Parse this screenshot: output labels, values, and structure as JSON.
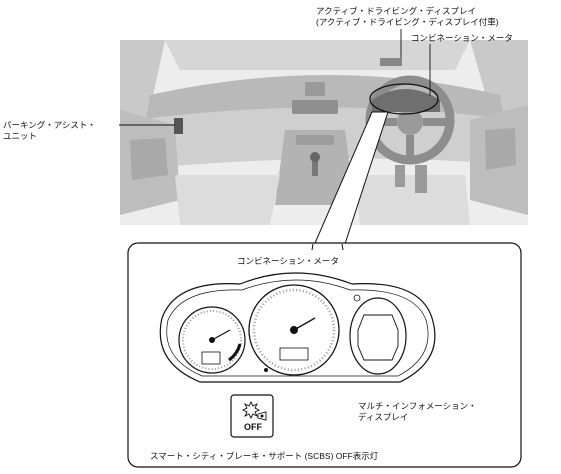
{
  "labels": {
    "active_driving_display_1": "アクティブ・ドライビング・ディスプレイ",
    "active_driving_display_2": "(アクティブ・ドライビング・ディスプレイ付車)",
    "combination_meter_top": "コンビネーション・メータ",
    "parking_assist_1": "パーキング・アシスト・",
    "parking_assist_2": "ユニット",
    "combination_meter_box": "コンビネーション・メータ",
    "multi_info_display_1": "マルチ・インフォメーション・",
    "multi_info_display_2": "ディスプレイ",
    "scbs_off_indicator": "スマート・シティ・ブレーキ・サポート (SCBS) OFF表示灯"
  },
  "icons": {
    "scbs_off": "scbs-off-indicator-icon",
    "scbs_off_text": "OFF"
  }
}
